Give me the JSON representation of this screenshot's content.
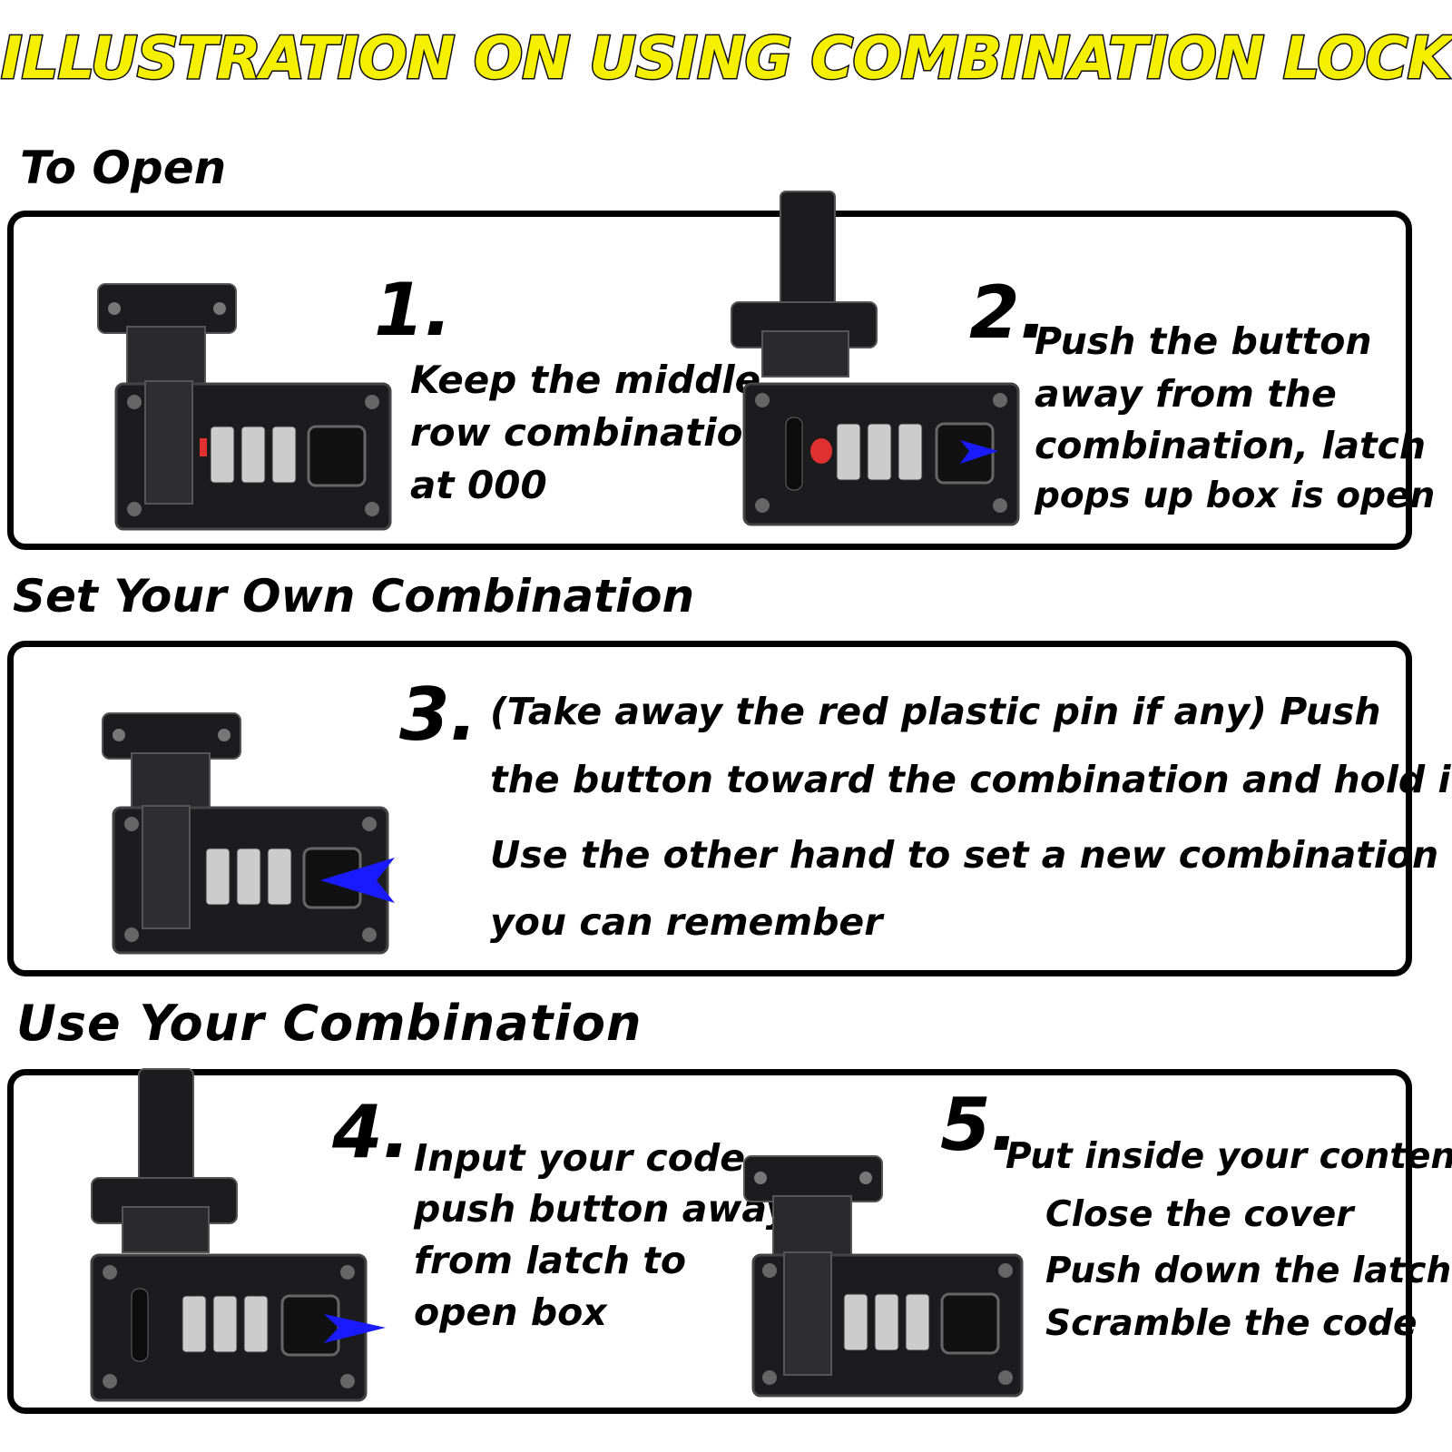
{
  "title": "ILLUSTRATION ON USING COMBINATION LOCK",
  "sections": {
    "open": "To Open",
    "set": "Set Your Own Combination",
    "use": "Use Your Combination"
  },
  "steps": {
    "s1": {
      "num": "1.",
      "lines": [
        "Keep the middle",
        "row combination",
        "at 000"
      ]
    },
    "s2": {
      "num": "2.",
      "lines": [
        "Push the button",
        "away from the",
        "combination, latch",
        "pops up box is open"
      ]
    },
    "s3": {
      "num": "3.",
      "lines": [
        "(Take away the  red plastic pin if any) Push",
        "the button toward the combination and hold it",
        "Use the other hand to set a new combination",
        "you can remember"
      ]
    },
    "s4": {
      "num": "4.",
      "lines": [
        "Input your code ,",
        "push button away",
        "from latch to",
        "open box"
      ]
    },
    "s5": {
      "num": "5.",
      "lines": [
        "Put inside your content",
        "Close the cover",
        "Push down the latch",
        "Scramble the code"
      ]
    }
  },
  "colors": {
    "title_fill": "#f5f000",
    "arrow": "#1a1aff",
    "pin": "#e03030",
    "lock_body": "#1c1c1e"
  }
}
